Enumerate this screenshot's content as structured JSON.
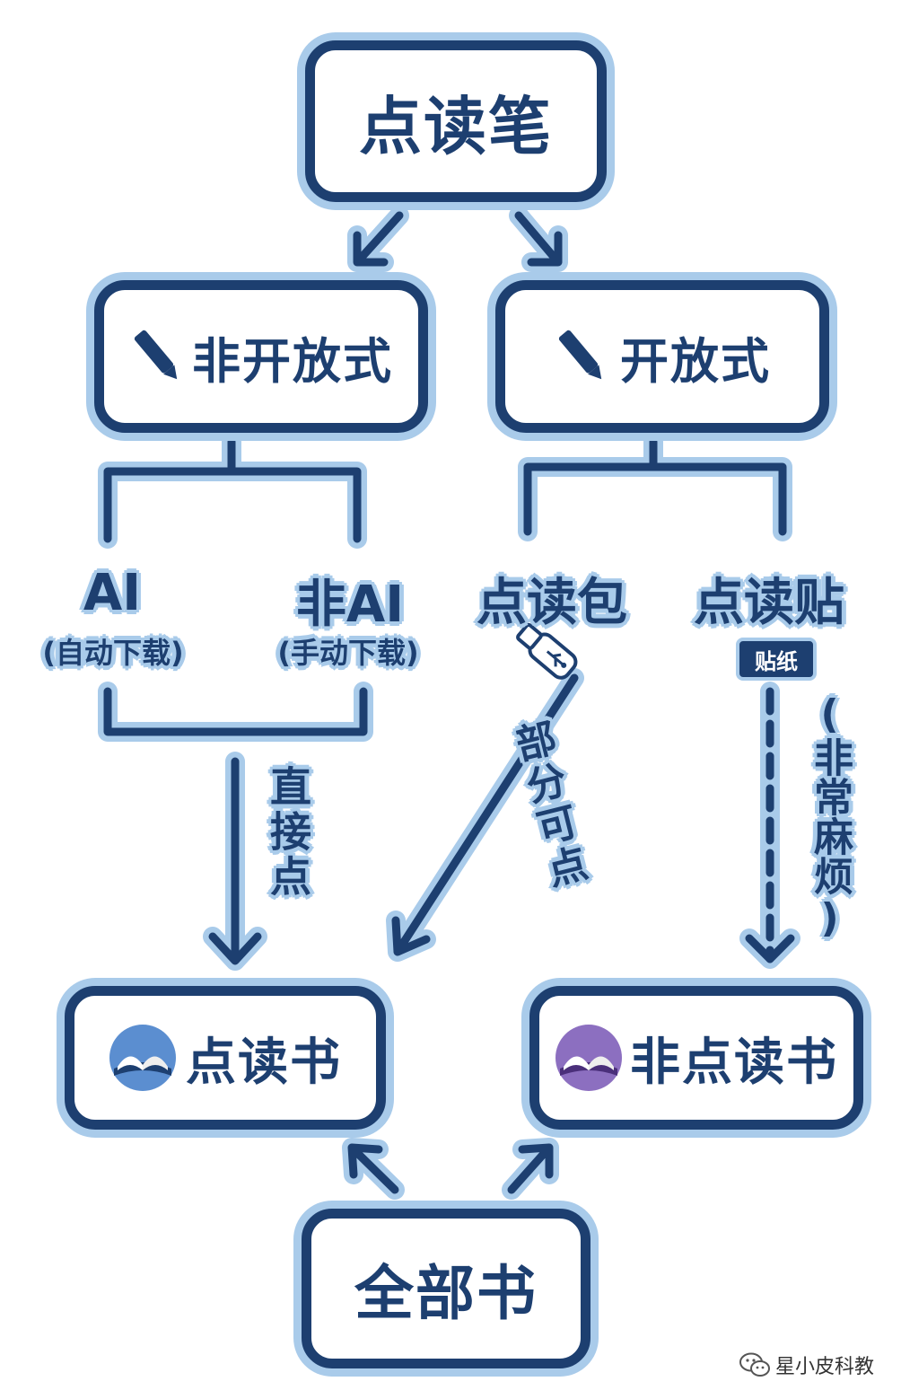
{
  "nodes": {
    "root": "点读笔",
    "closed": "非开放式",
    "open": "开放式",
    "ai": "AI",
    "ai_sub": "(自动下载)",
    "non_ai": "非AI",
    "non_ai_sub": "(手动下载)",
    "pack": "点读包",
    "sticker_pen": "点读贴",
    "sticker_tag": "贴纸",
    "readable_book": "点读书",
    "non_readable_book": "非点读书",
    "all_books": "全部书"
  },
  "edges": {
    "direct": "直接点",
    "partial": "部分可点",
    "troublesome": "(非常麻烦)"
  },
  "watermark": "星小皮科教",
  "colors": {
    "primary": "#1d3f70",
    "halo": "#a9cbea",
    "book_icon_blue": "#5b8ed0",
    "book_icon_purple": "#8c6fc0"
  },
  "icons": [
    "pen-icon",
    "usb-drive-icon",
    "book-icon",
    "wechat-icon"
  ]
}
